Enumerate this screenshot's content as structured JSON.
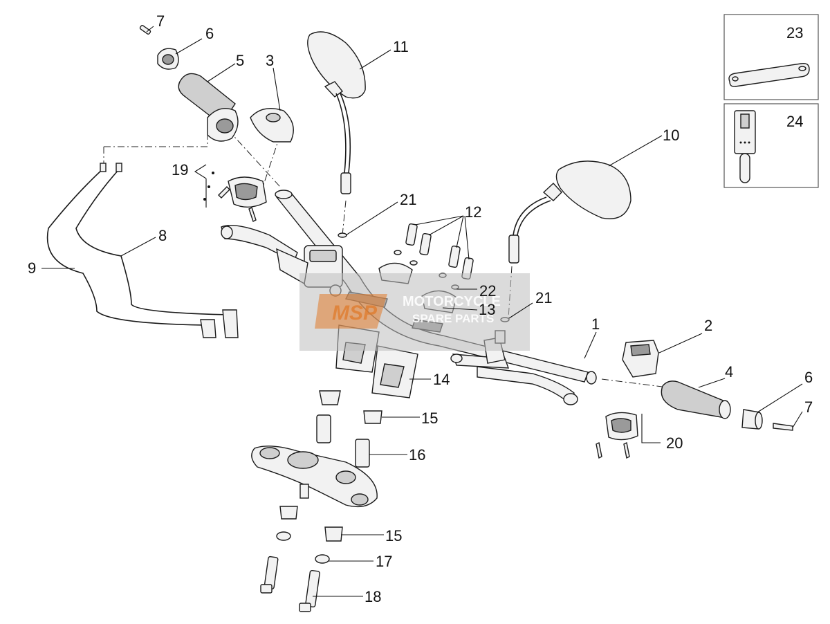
{
  "callouts": {
    "n1": "1",
    "n2": "2",
    "n3": "3",
    "n4": "4",
    "n5": "5",
    "n6a": "6",
    "n6b": "6",
    "n7a": "7",
    "n7b": "7",
    "n8": "8",
    "n9": "9",
    "n10": "10",
    "n11": "11",
    "n12": "12",
    "n13": "13",
    "n14": "14",
    "n15a": "15",
    "n15b": "15",
    "n16": "16",
    "n17": "17",
    "n18": "18",
    "n19": "19",
    "n20": "20",
    "n21a": "21",
    "n21b": "21",
    "n22": "22",
    "n23": "23",
    "n24": "24"
  },
  "watermark": {
    "logo": "MSP",
    "line1": "MOTORCYCLE",
    "line2": "SPARE PARTS"
  },
  "colors": {
    "line": "#1a1a1a",
    "watermark_logo": "#e07a2a"
  }
}
